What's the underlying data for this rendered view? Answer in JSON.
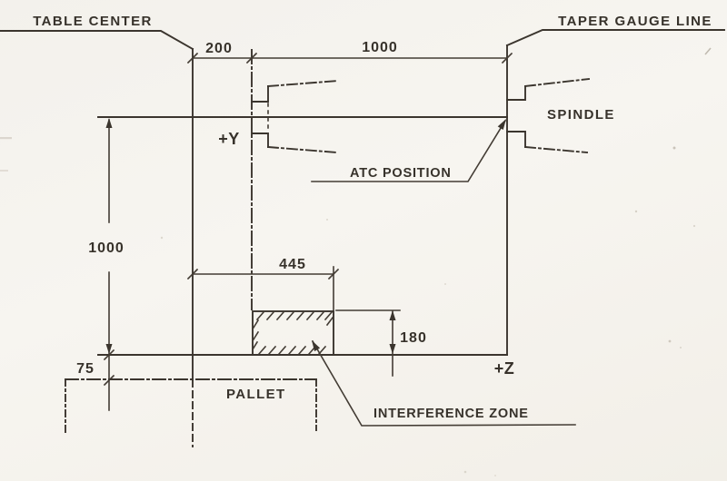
{
  "diagram": {
    "labels": {
      "table_center": "TABLE CENTER",
      "taper_gauge_line": "TAPER GAUGE LINE",
      "spindle": "SPINDLE",
      "atc_position": "ATC POSITION",
      "pallet": "PALLET",
      "interference_zone": "INTERFERENCE ZONE",
      "axis_y": "+Y",
      "axis_z": "+Z"
    },
    "dimensions": {
      "y_offset": "200",
      "z_distance": "1000",
      "y_travel": "1000",
      "zone_width": "445",
      "zone_height": "180",
      "pallet_offset": "75"
    },
    "colors": {
      "ink": "#3b352e",
      "paper": "#f5f3ee"
    }
  }
}
